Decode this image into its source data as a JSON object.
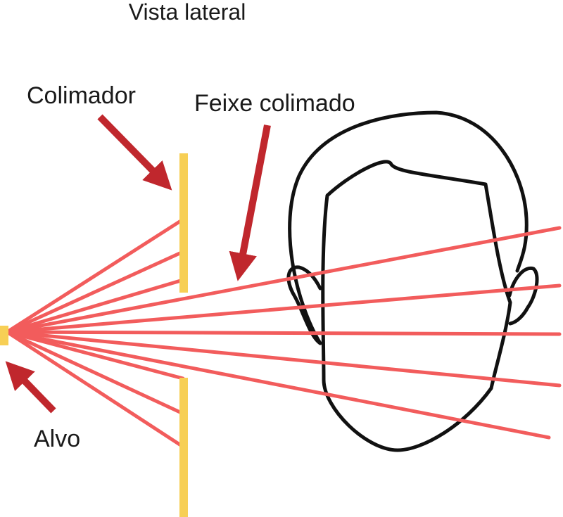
{
  "title": "Vista lateral",
  "labels": {
    "collimator": "Colimador",
    "collimated_beam": "Feixe colimado",
    "target": "Alvo"
  },
  "colors": {
    "beam": "#f25c5c",
    "arrow": "#c0272d",
    "collimator": "#f7cf55",
    "outline": "#111111"
  },
  "icons": [
    "collimator-plate-icon",
    "target-source-icon",
    "head-profile-icon",
    "pointer-arrow-icon"
  ]
}
